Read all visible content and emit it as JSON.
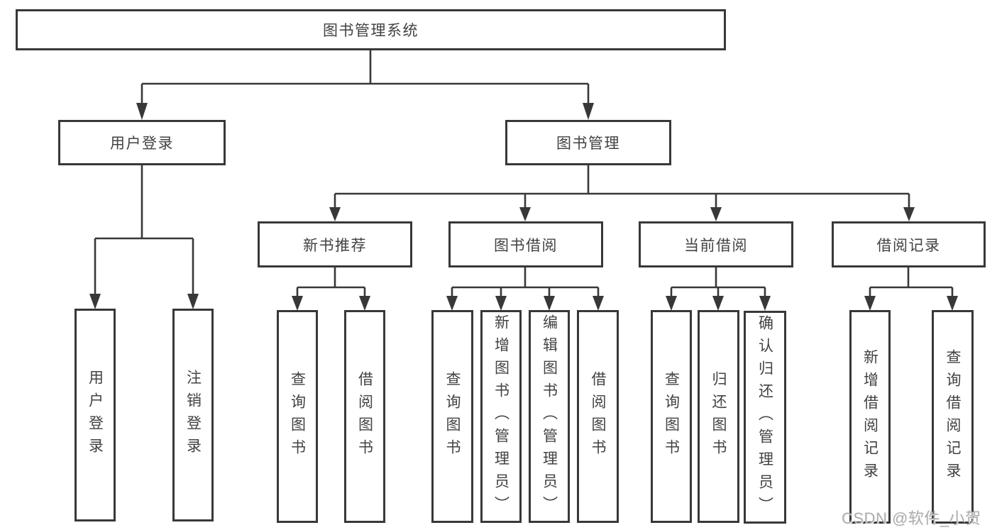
{
  "diagram": {
    "root": {
      "label": "图书管理系统"
    },
    "level2": [
      {
        "label": "用户登录"
      },
      {
        "label": "图书管理"
      }
    ],
    "level3": [
      {
        "label": "新书推荐"
      },
      {
        "label": "图书借阅"
      },
      {
        "label": "当前借阅"
      },
      {
        "label": "借阅记录"
      }
    ],
    "leaves": {
      "user_login": [
        {
          "label": "用户登录"
        },
        {
          "label": "注销登录"
        }
      ],
      "new_book": [
        {
          "label": "查询图书"
        },
        {
          "label": "借阅图书"
        }
      ],
      "book_borrow": [
        {
          "label": "查询图书"
        },
        {
          "label": "新增图书（管理员）"
        },
        {
          "label": "编辑图书（管理员）"
        },
        {
          "label": "借阅图书"
        }
      ],
      "current_borrow": [
        {
          "label": "查询图书"
        },
        {
          "label": "归还图书"
        },
        {
          "label": "确认归还（管理员）"
        }
      ],
      "borrow_record": [
        {
          "label": "新增借阅记录"
        },
        {
          "label": "查询借阅记录"
        }
      ]
    },
    "watermark": "CSDN @软件_小贺同学",
    "colors": {
      "line": "#383838",
      "box_border": "#383838",
      "text": "#424242",
      "watermark": "#adadad",
      "background": "#ffffff"
    }
  }
}
